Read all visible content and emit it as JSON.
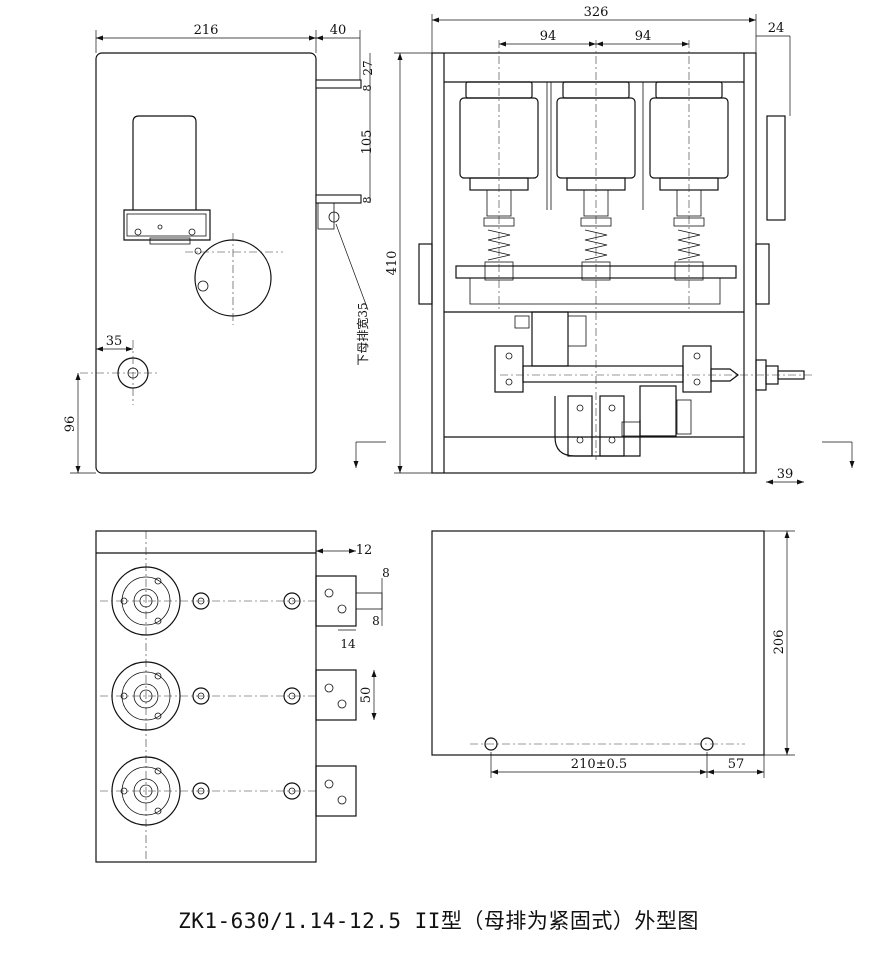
{
  "title": "ZK1-630/1.14-12.5 II型（母排为紧固式）外型图",
  "dimensions": {
    "side_width": "216",
    "side_busbar_offset": "40",
    "side_top_gap": "27",
    "side_busbar_thick_top": "8",
    "side_busbar_spacing": "105",
    "side_busbar_thick_bottom": "8",
    "side_hole_offset": "35",
    "side_hole_height": "96",
    "lower_busbar_note": "下母排宽35",
    "front_width": "326",
    "front_pole_pitch_left": "94",
    "front_pole_pitch_right": "94",
    "front_right_flange": "24",
    "front_height": "410",
    "front_shaft_offset": "39",
    "top_busbar_gap": "12",
    "top_busbar_thick_a": "8",
    "top_busbar_thick_b": "8",
    "top_busbar_width": "14",
    "top_terminal_width": "50",
    "bottom_depth": "206",
    "bottom_hole_spacing": "210±0.5",
    "bottom_hole_edge": "57"
  }
}
